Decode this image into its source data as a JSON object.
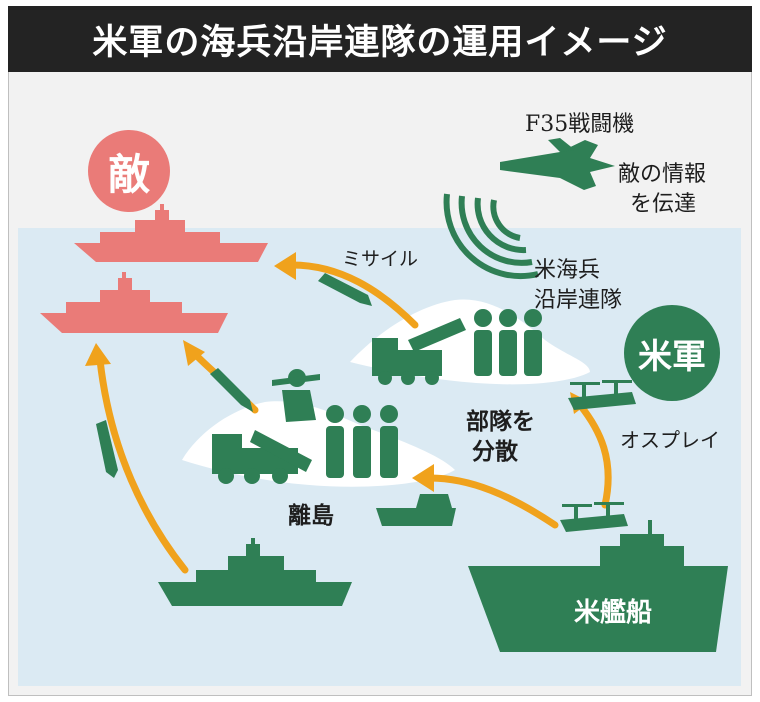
{
  "title": "米軍の海兵沿岸連隊の運用イメージ",
  "labels": {
    "enemy": "敵",
    "us_forces": "米軍",
    "f35": "F35戦闘機",
    "info_line1": "敵の情報",
    "info_line2": "を伝達",
    "missile": "ミサイル",
    "regiment_line1": "米海兵",
    "regiment_line2": "沿岸連隊",
    "disperse_line1": "部隊を",
    "disperse_line2": "分散",
    "osprey": "オスプレイ",
    "island": "離島",
    "us_ship": "米艦船"
  },
  "colors": {
    "title_bg": "#232323",
    "sea": "#dbeaf3",
    "enemy": "#ea7b78",
    "us_green": "#2f7f55",
    "arrow": "#f0a21c",
    "island": "#ffffff"
  }
}
